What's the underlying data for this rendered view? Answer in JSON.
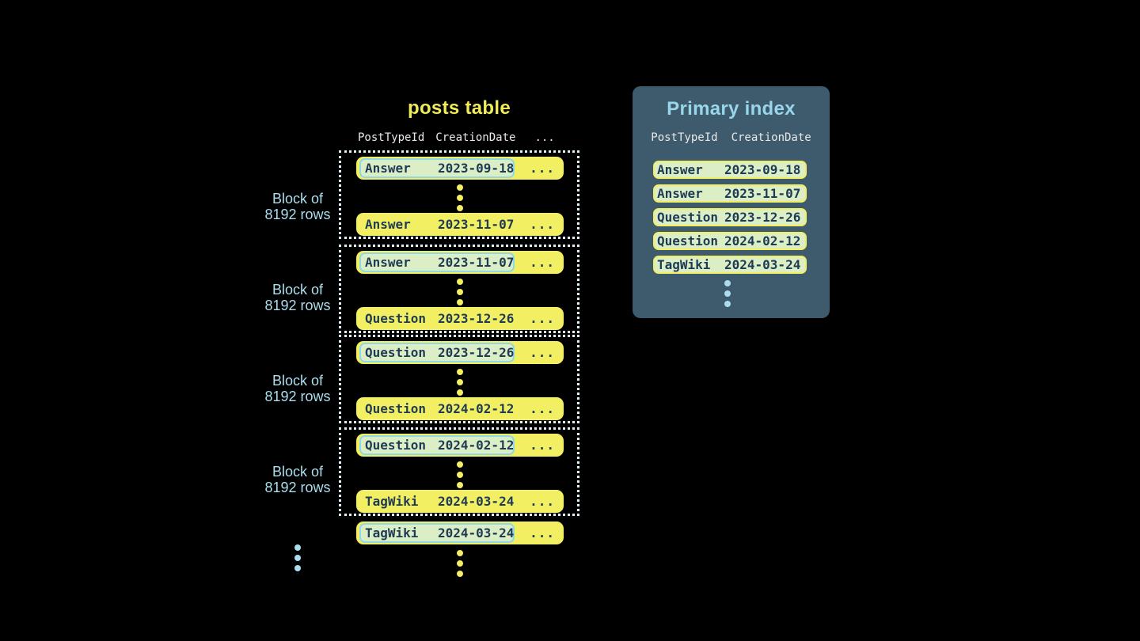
{
  "colors": {
    "background": "#000000",
    "row_yellow": "#f3ef62",
    "row_text_navy": "#1e3b56",
    "highlight_green": "#dceec6",
    "highlight_border_cyan": "#8ed9e9",
    "index_pill_border_yellow": "#f3ef62",
    "panel_background": "#3e5a6d",
    "posts_title_yellow": "#f0ec57",
    "index_title_blue": "#99d6e9",
    "label_blue": "#aadeee",
    "header_text": "#e9e9e9",
    "block_dotted_border": "#e2f3f8"
  },
  "posts_table": {
    "title": "posts table",
    "columns": [
      "PostTypeId",
      "CreationDate",
      "..."
    ],
    "blocks": [
      {
        "label_line1": "Block of",
        "label_line2": "8192 rows",
        "first_row": {
          "type": "Answer",
          "date": "2023-09-18",
          "more": "..."
        },
        "last_row": {
          "type": "Answer",
          "date": "2023-11-07",
          "more": "..."
        }
      },
      {
        "label_line1": "Block of",
        "label_line2": "8192 rows",
        "first_row": {
          "type": "Answer",
          "date": "2023-11-07",
          "more": "..."
        },
        "last_row": {
          "type": "Question",
          "date": "2023-12-26",
          "more": "..."
        }
      },
      {
        "label_line1": "Block of",
        "label_line2": "8192 rows",
        "first_row": {
          "type": "Question",
          "date": "2023-12-26",
          "more": "..."
        },
        "last_row": {
          "type": "Question",
          "date": "2024-02-12",
          "more": "..."
        }
      },
      {
        "label_line1": "Block of",
        "label_line2": "8192 rows",
        "first_row": {
          "type": "Question",
          "date": "2024-02-12",
          "more": "..."
        },
        "last_row": {
          "type": "TagWiki",
          "date": "2024-03-24",
          "more": "..."
        }
      }
    ],
    "trailing_row": {
      "type": "TagWiki",
      "date": "2024-03-24",
      "more": "..."
    }
  },
  "primary_index": {
    "title": "Primary index",
    "columns": [
      "PostTypeId",
      "CreationDate"
    ],
    "rows": [
      {
        "type": "Answer",
        "date": "2023-09-18"
      },
      {
        "type": "Answer",
        "date": "2023-11-07"
      },
      {
        "type": "Question",
        "date": "2023-12-26"
      },
      {
        "type": "Question",
        "date": "2024-02-12"
      },
      {
        "type": "TagWiki",
        "date": "2024-03-24"
      }
    ]
  }
}
